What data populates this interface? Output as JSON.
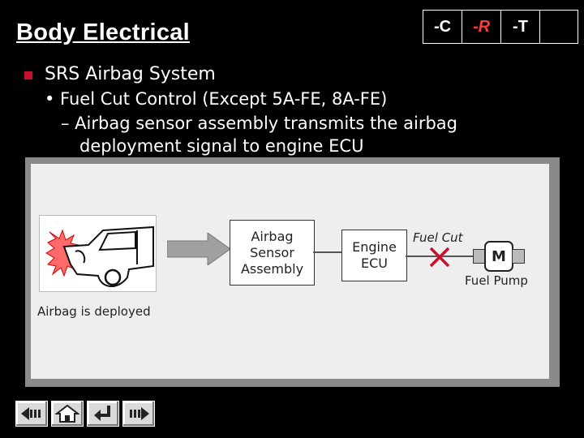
{
  "header": {
    "title": "Body Electrical"
  },
  "tabs": [
    {
      "label": "-C"
    },
    {
      "label": "-R"
    },
    {
      "label": "-T"
    },
    {
      "label": ""
    }
  ],
  "content": {
    "bullet1": "SRS Airbag System",
    "bullet2": "• Fuel Cut Control (Except 5A-FE, 8A-FE)",
    "bullet3": "– Airbag sensor assembly transmits the airbag",
    "bullet4": "deployment signal to engine ECU"
  },
  "diagram": {
    "sensor_label_1": "Airbag",
    "sensor_label_2": "Sensor",
    "sensor_label_3": "Assembly",
    "ecu_label_1": "Engine",
    "ecu_label_2": "ECU",
    "fuel_cut_label": "Fuel Cut",
    "motor_label": "M",
    "fuel_pump_label": "Fuel Pump",
    "airbag_deployed_label": "Airbag is deployed"
  },
  "colors": {
    "accent_red": "#c8102e",
    "tab_highlight": "#ff3b3b",
    "arrow_gray": "#a0a0a0"
  },
  "nav": [
    {
      "icon": "previous-icon"
    },
    {
      "icon": "home-icon"
    },
    {
      "icon": "return-icon"
    },
    {
      "icon": "next-icon"
    }
  ]
}
